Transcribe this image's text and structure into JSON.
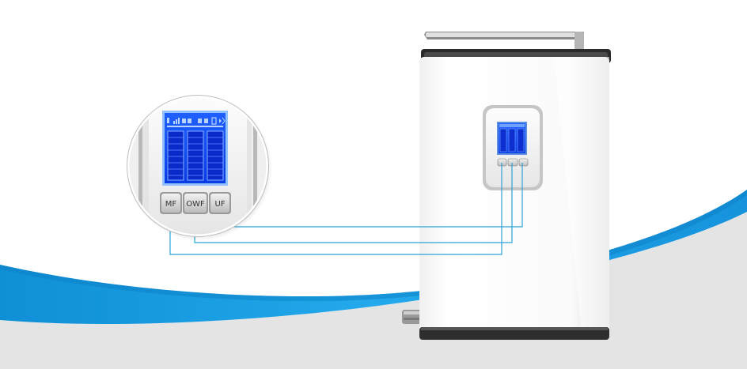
{
  "buttons": {
    "mf_label": "MF",
    "owf_label": "OWF",
    "uf_label": "UF"
  },
  "colors": {
    "accent_wave": "#1aa0e6",
    "wave_gray": "#e3e3e3",
    "screen_blue": "#1448ff",
    "screen_frame": "#8fc2ff",
    "connector_line": "#2aa4d8"
  },
  "icons": {
    "display": "lcd-bar-display-icon",
    "signal": "wifi-signal-icon"
  }
}
